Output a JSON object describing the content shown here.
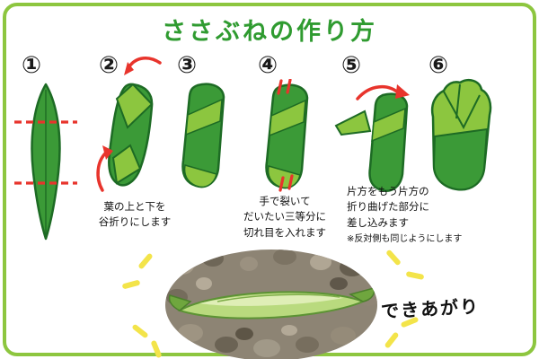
{
  "title": "ささぶねの作り方",
  "steps": [
    {
      "number": "①"
    },
    {
      "number": "②",
      "caption_lines": [
        "葉の上と下を",
        "谷折りにします"
      ]
    },
    {
      "number": "③"
    },
    {
      "number": "④",
      "caption_lines": [
        "手で裂いて",
        "だいたい三等分に",
        "切れ目を入れます"
      ]
    },
    {
      "number": "⑤",
      "caption_lines": [
        "片方をもう片方の",
        "折り曲げた部分に",
        "差し込みます"
      ],
      "caption_note": "※反対側も同じようにします"
    },
    {
      "number": "⑥"
    }
  ],
  "result_label": "できあがり",
  "icons": {
    "sparkle": "yellow-dash",
    "fold_arrow": "red-curved-arrow",
    "fold_line": "red-dashed-line",
    "cut_marks": "red-tick-pair"
  },
  "colors": {
    "frame_green": "#8dc63f",
    "title_green": "#2f9b30",
    "leaf_dark": "#3b9a37",
    "leaf_light": "#8cc63f",
    "leaf_outline": "#1d6b24",
    "accent_red": "#e8342c",
    "sparkle_yellow": "#f3e44a",
    "text_black": "#111111"
  }
}
